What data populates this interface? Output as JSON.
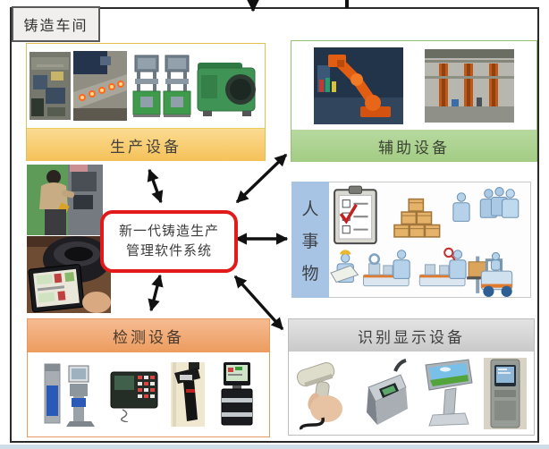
{
  "page": {
    "frame_label": "铸造车间",
    "center_box": {
      "line1": "新一代铸造生产",
      "line2": "管理软件系统"
    },
    "groups": {
      "production": {
        "label": "生产设备",
        "photos": [
          "factory-line-photo",
          "glowing-castings-photo",
          "green-press-machines-photo",
          "furnace-photo"
        ]
      },
      "auxiliary": {
        "label": "辅助设备",
        "photos": [
          "orange-robot-arm-photo",
          "workshop-interior-photo"
        ]
      },
      "people": {
        "label": "人事物",
        "chars": [
          "人",
          "事",
          "物"
        ],
        "illustration": "checklist-boxes-people-forklift-illustration"
      },
      "detection": {
        "label": "检测设备",
        "photos": [
          "hardness-tester-photo",
          "keypad-instrument-photo",
          "handheld-pyrometer-photo",
          "portable-tester-photo"
        ]
      },
      "display": {
        "label": "识别显示设备",
        "photos": [
          "barcode-scanner-photo",
          "fingerprint-reader-photo",
          "touchscreen-kiosk-photo",
          "info-kiosk-photo"
        ]
      }
    },
    "side_photos": [
      "operator-at-machine-photo",
      "tablet-inspection-photo"
    ],
    "colors": {
      "production_label_bg": "#F7C75F",
      "auxiliary_label_bg": "#A9D18E",
      "people_strip_bg": "#A7C4E4",
      "detection_label_bg": "#F0A06A",
      "display_label_bg": "#D2D2D2",
      "center_box_border": "#E21A1A",
      "arrow_color": "#111111"
    }
  }
}
